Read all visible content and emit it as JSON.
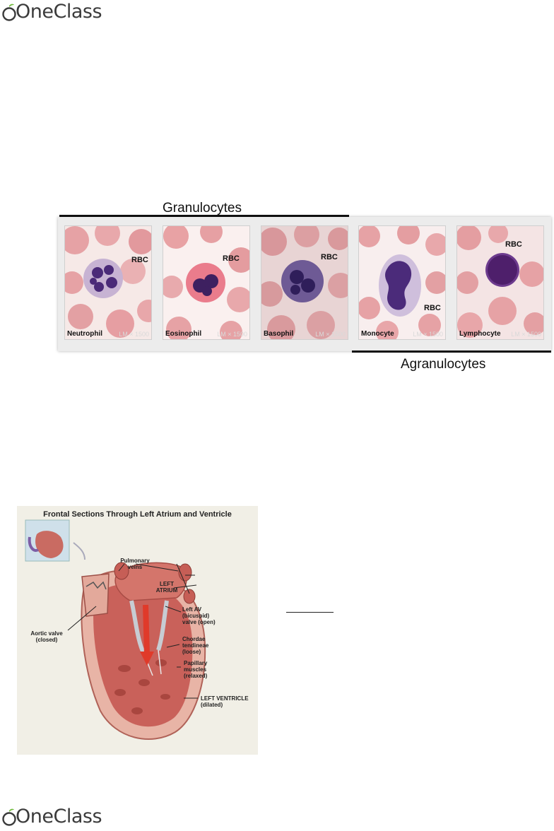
{
  "brand": {
    "name": "OneClass"
  },
  "colors": {
    "accent": "#6fba3b",
    "rbc": "#e6a2a5",
    "nucleus": "#4a2a78"
  },
  "wbc": {
    "granulocytes_label": "Granulocytes",
    "agranulocytes_label": "Agranulocytes",
    "rbc_label": "RBC",
    "magnification": "LM × 1500",
    "cells": [
      {
        "name": "Neutrophil"
      },
      {
        "name": "Eosinophil"
      },
      {
        "name": "Basophil"
      },
      {
        "name": "Monocyte"
      },
      {
        "name": "Lymphocyte"
      }
    ]
  },
  "heart": {
    "title": "Frontal Sections Through Left Atrium and Ventricle",
    "labels": {
      "pulmonary_veins": "Pulmonary veins",
      "left_atrium": "LEFT ATRIUM",
      "left_av_valve": "Left AV (bicuspid) valve (open)",
      "aortic_valve": "Aortic valve (closed)",
      "chordae": "Chordae tendineae (loose)",
      "papillary": "Papillary muscles (relaxed)",
      "left_ventricle": "LEFT VENTRICLE (dilated)"
    }
  }
}
